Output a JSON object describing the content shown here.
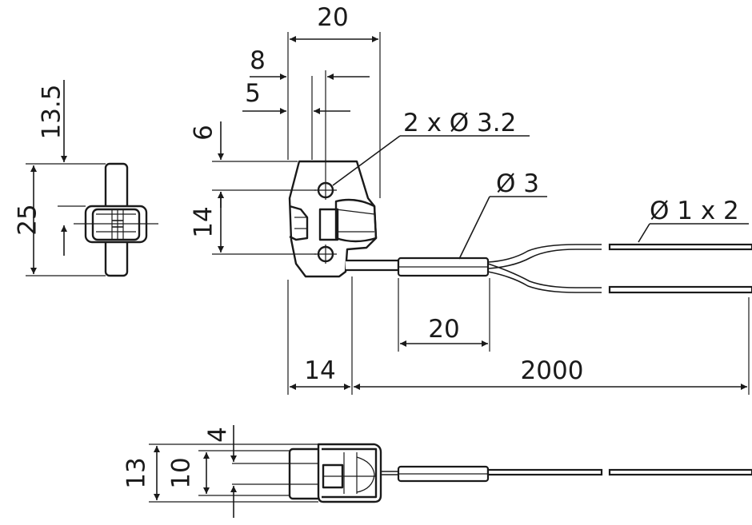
{
  "dimensions": {
    "side_height": "25",
    "side_offset": "13.5",
    "top_width": "20",
    "hole_offset_8": "8",
    "hole_offset_5": "5",
    "top_offset_6": "6",
    "hole_spacing_14": "14",
    "holes_label": "2 x Ø 3.2",
    "cable_dia": "Ø 3",
    "wire_dia": "Ø 1 x 2",
    "sleeve_length": "20",
    "body_length": "14",
    "cable_length": "2000",
    "bottom_height_13": "13",
    "bottom_height_10": "10",
    "bottom_offset_4": "4"
  }
}
